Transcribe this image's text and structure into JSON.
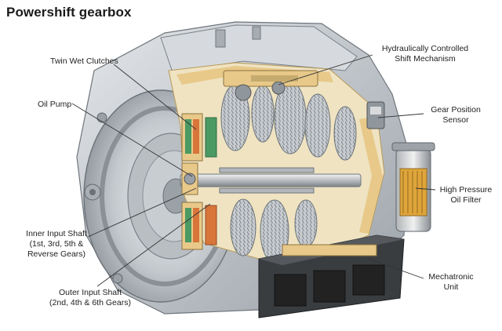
{
  "title": "Powershift gearbox",
  "labels": {
    "twin_wet_clutches": [
      "Twin Wet Clutches"
    ],
    "oil_pump": [
      "Oil Pump"
    ],
    "inner_input_shaft": [
      "Inner Input Shaft",
      "(1st, 3rd, 5th &",
      "Reverse Gears)"
    ],
    "outer_input_shaft": [
      "Outer Input Shaft",
      "(2nd, 4th & 6th Gears)"
    ],
    "hydraulic_shift": [
      "Hydraulically Controlled",
      "Shift Mechanism"
    ],
    "gear_position_sensor": [
      "Gear Position",
      "Sensor"
    ],
    "high_pressure_filter": [
      "High Pressure",
      "Oil Filter"
    ],
    "mechatronic_unit": [
      "Mechatronic",
      "Unit"
    ]
  },
  "colors": {
    "housing": "#c9ced4",
    "housing_dark": "#8e959c",
    "cutaway": "#e8c98a",
    "clutch_green": "#4b9a63",
    "clutch_orange": "#d8753a",
    "filter_yellow": "#e0a53a",
    "leader": "#333333"
  }
}
